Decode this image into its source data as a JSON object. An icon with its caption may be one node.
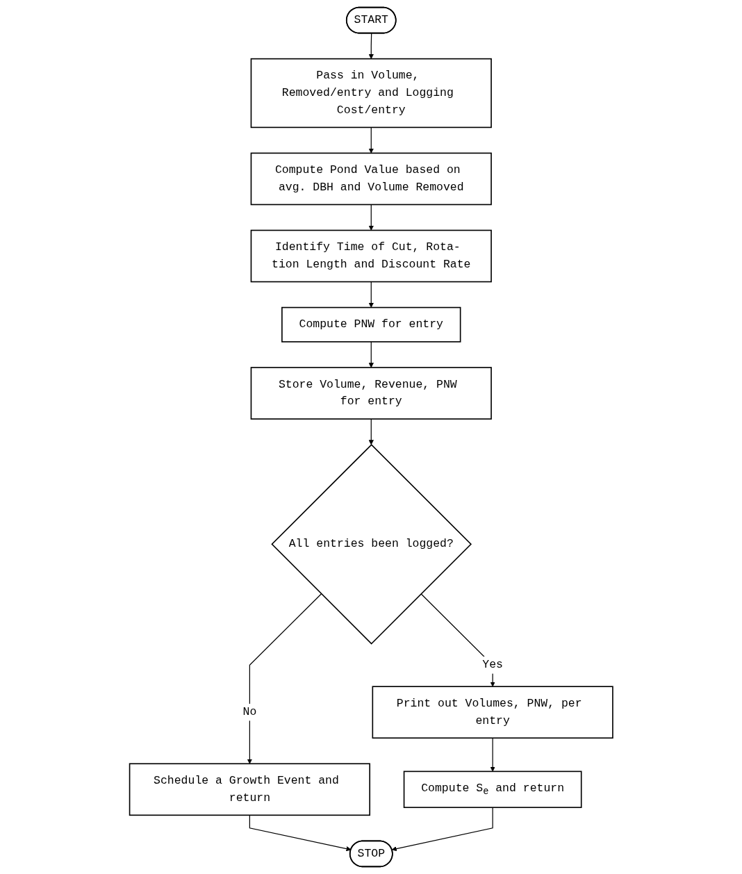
{
  "diagram": {
    "nodes": [
      {
        "text": [
          "START"
        ]
      },
      {
        "text": [
          "Pass in Volume, Removed/entry and Logging Cost/entry"
        ]
      },
      {
        "text": [
          "Compute Pond Value based on avg. DBH and Volume Removed"
        ]
      },
      {
        "text": [
          "Identify Time of Cut, Rota- tion Length and Discount Rate"
        ]
      },
      {
        "text": [
          "Compute PNW for entry"
        ]
      },
      {
        "text": [
          "Store Volume, Revenue, PNW for entry"
        ]
      },
      {
        "text": [
          "All entries been logged?"
        ]
      },
      {
        "text": [
          "Schedule a Growth Event and return"
        ]
      },
      {
        "text": [
          "Print out Volumes, PNW, per entry"
        ]
      },
      {
        "text": [
          "Compute S$_{e}$ and return"
        ]
      },
      {
        "text": [
          "STOP"
        ]
      }
    ],
    "edges": [
      {
        "from": 0,
        "to": 1,
        "arrow": "to"
      },
      {
        "from": 1,
        "to": 2,
        "arrow": "to"
      },
      {
        "from": 2,
        "to": 3,
        "arrow": "to"
      },
      {
        "from": 3,
        "to": 4,
        "arrow": "to"
      },
      {
        "from": 4,
        "to": 5,
        "arrow": "to"
      },
      {
        "from": 5,
        "to": 6,
        "arrow": "to"
      },
      {
        "from": 6,
        "to": 7,
        "label": "No",
        "arrow": "to"
      },
      {
        "from": 6,
        "to": 8,
        "label": "Yes",
        "arrow": "to"
      },
      {
        "from": 8,
        "to": 9,
        "arrow": "to"
      },
      {
        "from": 7,
        "to": 10,
        "arrow": "to"
      },
      {
        "from": 9,
        "to": 10,
        "arrow": "to"
      }
    ]
  }
}
